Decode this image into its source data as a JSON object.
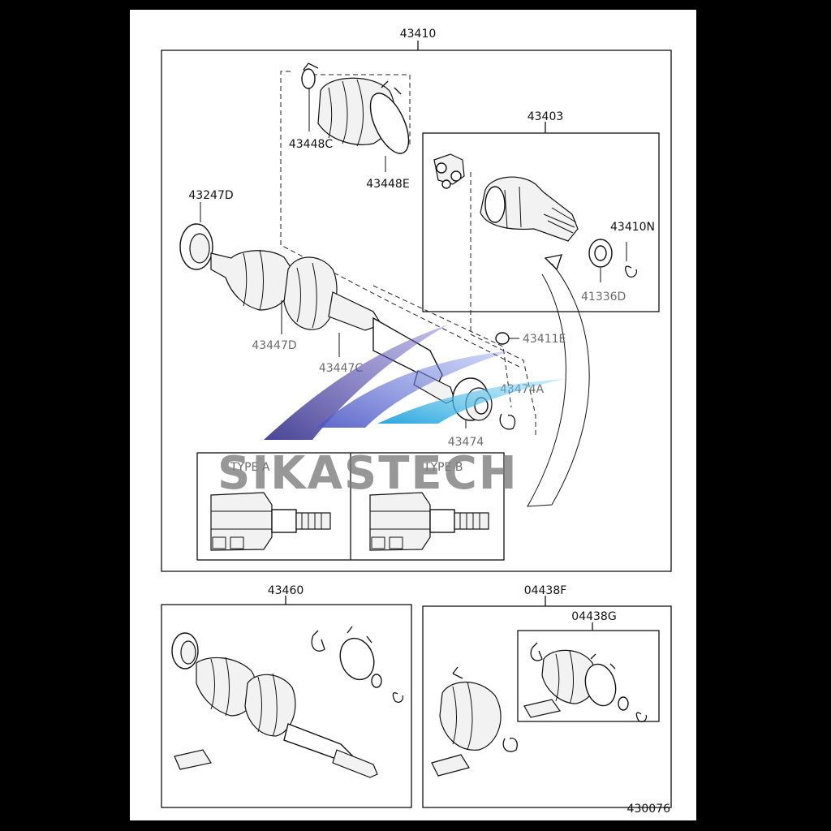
{
  "parts": {
    "main_assembly": "43410",
    "inboard_joint": "43403",
    "dust_seal": "43247D",
    "boot_clamp_small": "43448C",
    "boot_clamp_large": "43448E",
    "snap_ring_outer": "43410N",
    "dust_deflector": "41336D",
    "snap_ring_inner": "43411E",
    "boot_clamp_c": "43447C",
    "boot_clamp_d": "43447D",
    "damper_clamp": "43474A",
    "damper": "43474",
    "outboard_repair_kit": "43460",
    "boot_kit": "04438F",
    "boot_kit_inner": "04438G"
  },
  "types": {
    "type_a": "TYPE A",
    "type_b": "TYPE B"
  },
  "figure_number": "430076",
  "watermark": {
    "text": "SIKASTECH",
    "colors": [
      "#3f3a8f",
      "#5b6fd0",
      "#36b4e5"
    ]
  }
}
